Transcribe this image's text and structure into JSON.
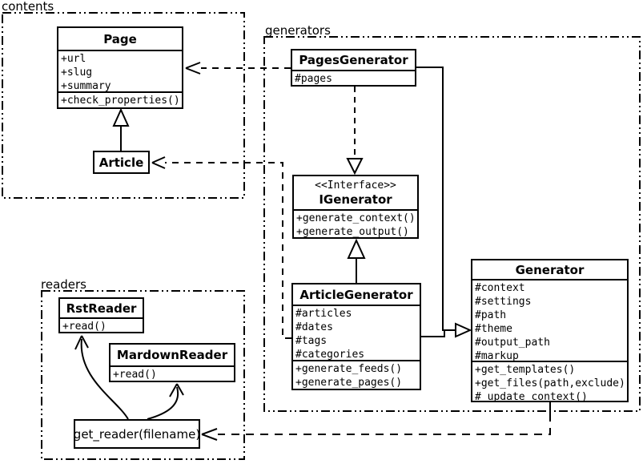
{
  "diagram": {
    "background_color": "#ffffff",
    "stroke_color": "#000000"
  },
  "packages": {
    "contents": {
      "label": "contents"
    },
    "generators": {
      "label": "generators"
    },
    "readers": {
      "label": "readers"
    }
  },
  "classes": {
    "page": {
      "name": "Page",
      "attributes": [
        "+url",
        "+slug",
        "+summary"
      ],
      "methods": [
        "+check_properties()"
      ]
    },
    "article": {
      "name": "Article"
    },
    "pagesGenerator": {
      "name": "PagesGenerator",
      "attributes": [
        "#pages"
      ]
    },
    "iGenerator": {
      "stereotype": "<<Interface>>",
      "name": "IGenerator",
      "methods": [
        "+generate_context()",
        "+generate_output()"
      ]
    },
    "articleGenerator": {
      "name": "ArticleGenerator",
      "attributes": [
        "#articles",
        "#dates",
        "#tags",
        "#categories"
      ],
      "methods": [
        "+generate_feeds()",
        "+generate_pages()"
      ]
    },
    "generator": {
      "name": "Generator",
      "attributes": [
        "#context",
        "#settings",
        "#path",
        "#theme",
        "#output_path",
        "#markup"
      ],
      "methods": [
        "+get_templates()",
        "+get_files(path,exclude)",
        "#_update_context()"
      ]
    },
    "rstReader": {
      "name": "RstReader",
      "methods": [
        "+read()"
      ]
    },
    "mardownReader": {
      "name": "MardownReader",
      "methods": [
        "+read()"
      ]
    },
    "getReader": {
      "name": "get_reader(filename)"
    }
  },
  "relations": [
    {
      "from": "Article",
      "to": "Page",
      "type": "inheritance"
    },
    {
      "from": "PagesGenerator",
      "to": "IGenerator",
      "type": "realization"
    },
    {
      "from": "ArticleGenerator",
      "to": "IGenerator",
      "type": "inheritance"
    },
    {
      "from": "PagesGenerator",
      "to": "Generator",
      "type": "inheritance"
    },
    {
      "from": "ArticleGenerator",
      "to": "Generator",
      "type": "inheritance"
    },
    {
      "from": "PagesGenerator",
      "to": "Page",
      "type": "dependency"
    },
    {
      "from": "ArticleGenerator",
      "to": "Article",
      "type": "dependency"
    },
    {
      "from": "Generator",
      "to": "get_reader(filename)",
      "type": "dependency"
    },
    {
      "from": "get_reader(filename)",
      "to": "RstReader",
      "type": "dependency"
    },
    {
      "from": "get_reader(filename)",
      "to": "MardownReader",
      "type": "dependency"
    }
  ]
}
